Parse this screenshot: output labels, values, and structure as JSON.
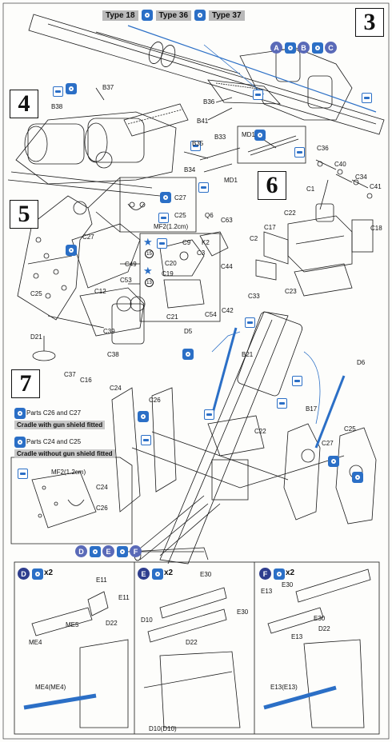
{
  "types": [
    {
      "label": "Type 18"
    },
    {
      "label": "Type 36"
    },
    {
      "label": "Type 37"
    }
  ],
  "variants_top": [
    "A",
    "B",
    "C"
  ],
  "variants_bottom": [
    "D",
    "E",
    "F"
  ],
  "steps": {
    "s3": "3",
    "s4": "4",
    "s5": "5",
    "s6": "6",
    "s7": "7"
  },
  "notes": {
    "n1_parts": "Parts C26 and C27",
    "n1_desc": "Cradle with gun shield fitted",
    "n2_parts": "Parts C24 and C25",
    "n2_desc": "Cradle without gun shield fitted"
  },
  "sub_panels": [
    {
      "letter": "D",
      "qty": "x2"
    },
    {
      "letter": "E",
      "qty": "x2"
    },
    {
      "letter": "F",
      "qty": "x2"
    }
  ],
  "labels": {
    "b37": "B37",
    "b38": "B38",
    "b36": "B36",
    "b41": "B41",
    "b33": "B33",
    "b35": "B35",
    "b34": "B34",
    "md1a": "MD1",
    "md1b": "MD1",
    "c36": "C36",
    "c40": "C40",
    "c34": "C34",
    "c41": "C41",
    "c1": "C1",
    "c27a": "C27",
    "c25a": "C25",
    "mf2a": "MF2(1.2cm)",
    "c22a": "C22",
    "c17": "C17",
    "c18": "C18",
    "c2": "C2",
    "q6": "Q6",
    "c63": "C63",
    "k2": "K2",
    "c9": "C9",
    "c3": "C3",
    "c20": "C20",
    "c19": "C19",
    "c44": "C44",
    "c21": "C21",
    "c54": "C54",
    "c42": "C42",
    "c33": "C33",
    "c23": "C23",
    "c27b": "C27",
    "c49": "C49",
    "c53": "C53",
    "c12": "C12",
    "c25b": "C25",
    "c39": "C39",
    "c38": "C38",
    "d21": "D21",
    "c37": "C37",
    "c16": "C16",
    "d5": "D5",
    "b21": "B21",
    "d6": "D6",
    "b17": "B17",
    "c24a": "C24",
    "c26a": "C26",
    "c22b": "C22",
    "c27c": "C27",
    "c25c": "C25",
    "mf2b": "MF2(1.2cm)",
    "c24b": "C24",
    "c26b": "C26",
    "e11a": "E11",
    "e11b": "E11",
    "me5": "ME5",
    "d22a": "D22",
    "me4": "ME4",
    "e30a": "E30",
    "d10": "D10",
    "e30b": "E30",
    "d22b": "D22",
    "e13a": "E13",
    "e30c": "E30",
    "e30d": "E30",
    "e13b": "E13",
    "d22c": "D22",
    "me4me4": "ME4(ME4)",
    "d10d10": "D10(D10)",
    "e13e13": "E13(E13)"
  },
  "colors": {
    "accent": "#2b6fc6",
    "variant": "#5a6ab8",
    "line": "#1a1a1a"
  }
}
